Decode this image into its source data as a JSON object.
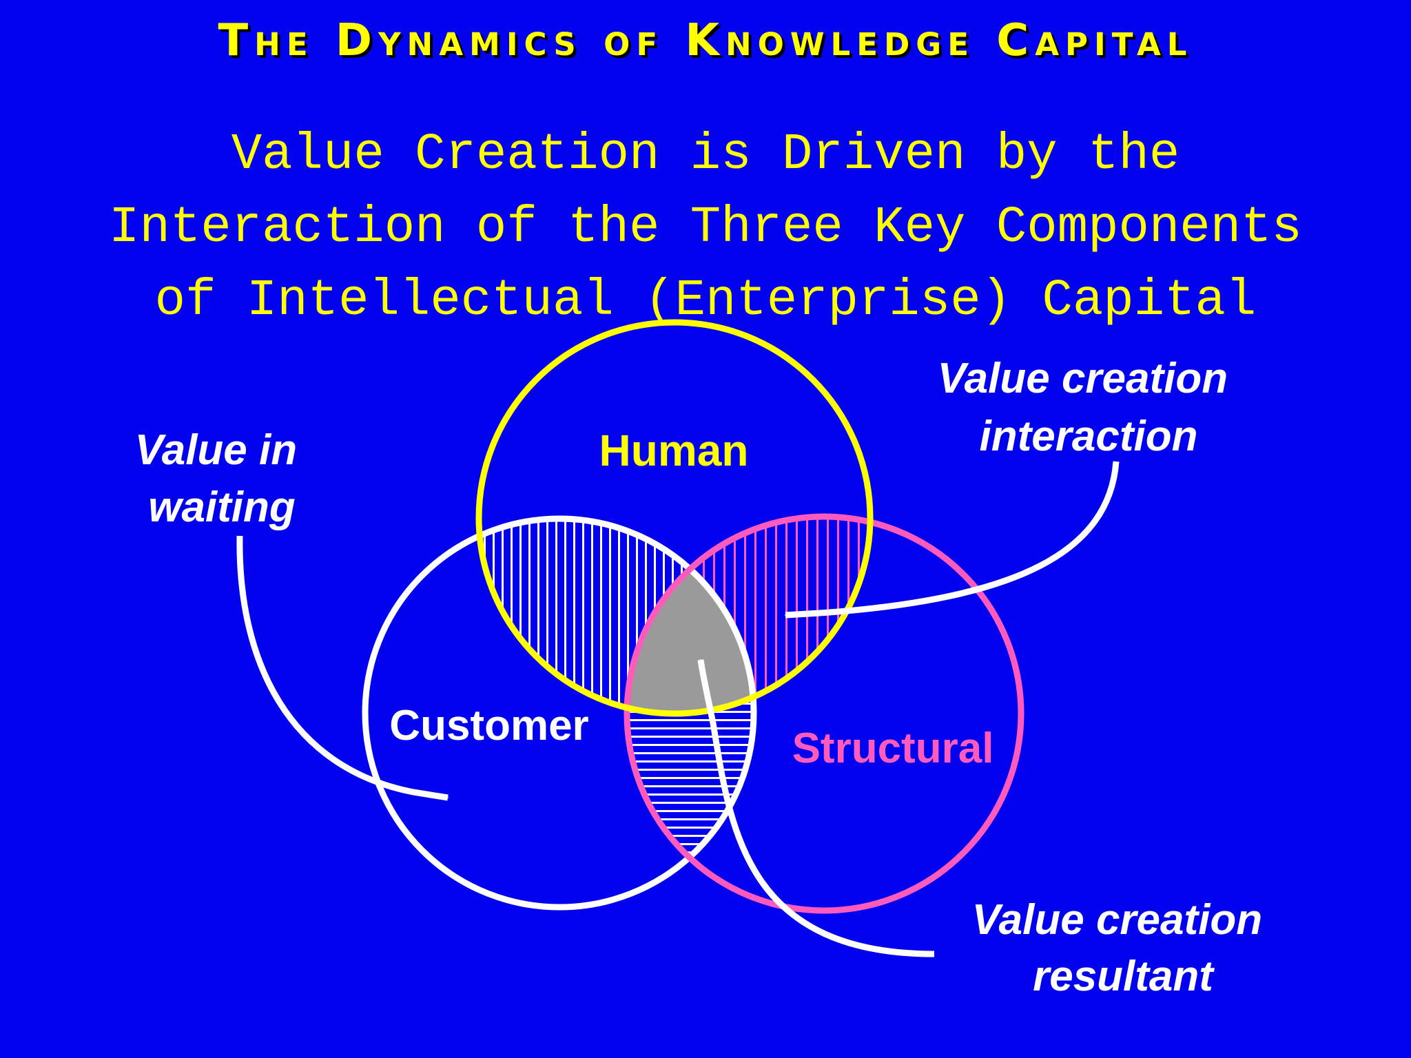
{
  "slide": {
    "title": "The Dynamics of Knowledge Capital",
    "subtitle_lines": [
      "Value Creation is Driven by the",
      "Interaction of the Three Key Components",
      "of Intellectual (Enterprise) Capital"
    ]
  },
  "diagram": {
    "circles": {
      "human": "Human",
      "customer": "Customer",
      "structural": "Structural"
    },
    "callouts": {
      "value_in_waiting": [
        "Value in",
        "waiting"
      ],
      "value_creation_interaction": [
        "Value creation",
        "interaction"
      ],
      "value_creation_resultant": [
        "Value creation",
        "resultant"
      ]
    }
  },
  "colors": {
    "background": "#0202ee",
    "human": "#ffff00",
    "customer": "#ffffff",
    "structural": "#ff5bbd",
    "core": "#9a9a9a"
  }
}
